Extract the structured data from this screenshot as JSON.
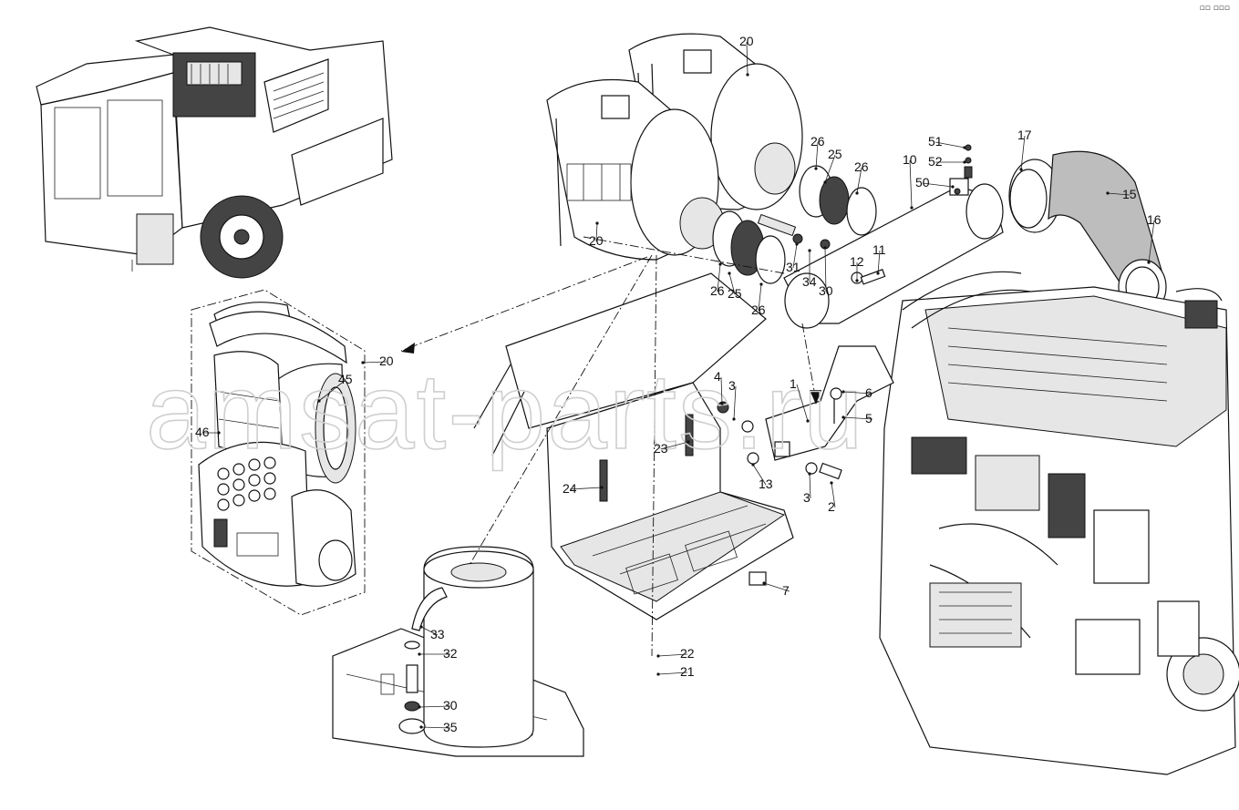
{
  "watermark": "amsat-parts.ru",
  "corner_mark": "▫▫ ▫▫▫",
  "callouts": [
    "1",
    "2",
    "3",
    "3",
    "4",
    "5",
    "6",
    "7",
    "10",
    "11",
    "12",
    "13",
    "15",
    "16",
    "17",
    "20",
    "20",
    "20",
    "21",
    "22",
    "23",
    "24",
    "25",
    "25",
    "26",
    "26",
    "26",
    "26",
    "30",
    "30",
    "31",
    "32",
    "33",
    "34",
    "35",
    "45",
    "46",
    "50",
    "51",
    "52"
  ],
  "icons": {
    "machine": "machine-overview-icon",
    "filter_explode": "air-filter-exploded-icon",
    "engine": "engine-icon",
    "tank": "tank-icon"
  }
}
